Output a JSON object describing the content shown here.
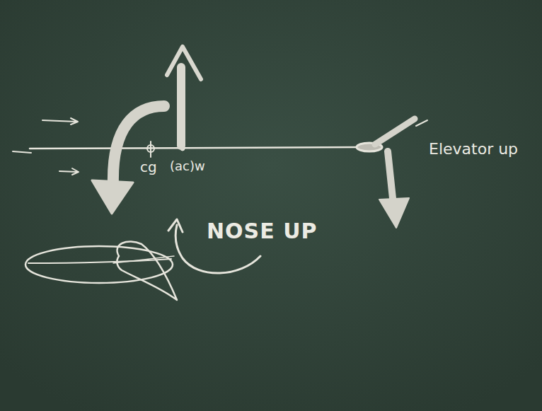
{
  "diagram": {
    "labels": [
      "cg",
      "(ac)w",
      "Elevator up",
      "NOSE UP"
    ]
  }
}
